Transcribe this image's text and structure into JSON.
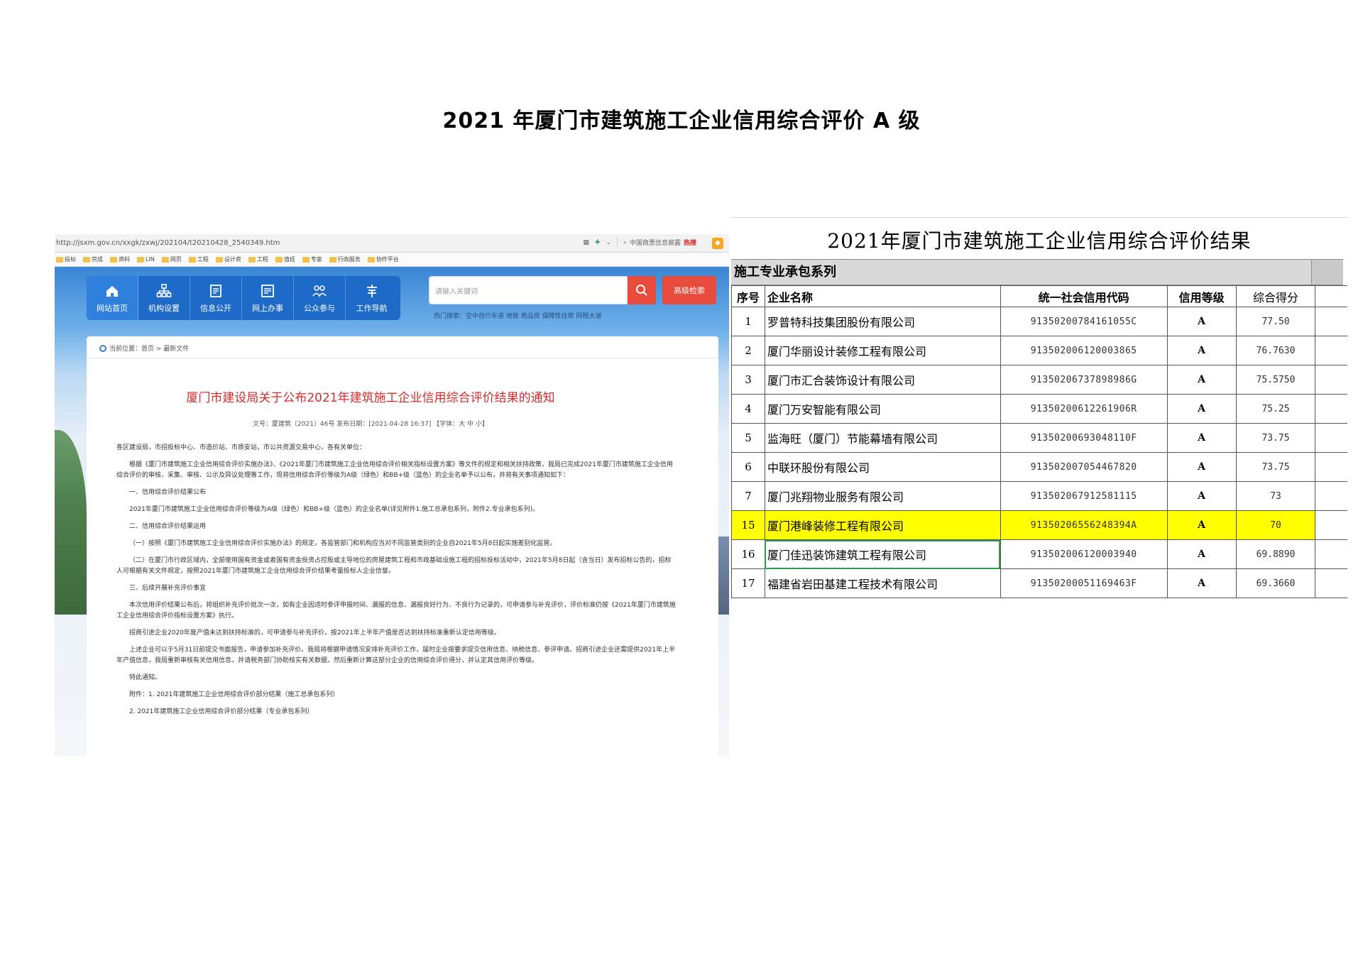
{
  "doc_title": "2021 年厦门市建筑施工企业信用综合评价 A 级",
  "browser": {
    "url": "http://jsxm.gov.cn/xxgk/zxwj/202104/t20210428_2540349.htm",
    "search_hint": "中国商票信息披露",
    "search_hot": "热搜",
    "bookmarks": [
      "投标",
      "完成",
      "资料",
      "LIN",
      "网页",
      "工程",
      "设计资",
      "工程",
      "值班",
      "专家",
      "行政服务",
      "协作平台"
    ],
    "nav": [
      {
        "label": "网站首页",
        "icon": "home-icon"
      },
      {
        "label": "机构设置",
        "icon": "org-chart-icon"
      },
      {
        "label": "信息公开",
        "icon": "document-icon"
      },
      {
        "label": "网上办事",
        "icon": "list-icon"
      },
      {
        "label": "公众参与",
        "icon": "people-icon"
      },
      {
        "label": "工作导航",
        "icon": "compass-icon"
      }
    ],
    "search_placeholder": "请输入关键词",
    "adv_search_label": "高级检索",
    "hot_search": "热门搜索：空中自行车道 地铁 商品房 保障性住房 同租大道",
    "breadcrumb": "当前位置：首页 > 最新文件",
    "notice_title": "厦门市建设局关于公布2021年建筑施工企业信用综合评价结果的通知",
    "notice_meta": "文号：厦建筑〔2021〕46号  发布日期：[2021-04-28 16:37] 【字体：大  中  小】",
    "notice_paragraphs": [
      "各区建设局，市招投标中心、市造价站、市质安站，市公共资源交易中心，各有关单位：",
      "根据《厦门市建筑施工企业信用综合评价实施办法》、《2021年厦门市建筑施工企业信用综合评价相关指标设置方案》等文件的规定和相关扶持政策，我局已完成2021年厦门市建筑施工企业信用综合评价的审核、采集、审核、公示及异议处理等工作，现将信用综合评价等级为A级（绿色）和BB+级（蓝色）的企业名单予以公布，并将有关事项通知如下：",
      "一、信用综合评价结果公布",
      "2021年厦门市建筑施工企业信用综合评价等级为A级（绿色）和BB+级（蓝色）的企业名单(详见附件1.施工总承包系列，附件2.专业承包系列)。",
      "二、信用综合评价结果运用",
      "（一）按照《厦门市建筑施工企业信用综合评价实施办法》的规定，各监管部门和机构应当对不同监管类别的企业自2021年5月8日起实施差别化监管。",
      "（二）在厦门市行政区域内，全部使用国有资金或者国有资金投资占控股或主导地位的房屋建筑工程和市政基础设施工程的招标投标活动中，2021年5月8日起（含当日）发布招标公告的，招标人可根据有关文件规定，按照2021年厦门市建筑施工企业信用综合评价结果考量投标人企业信誉。",
      "三、后续开展补充评价事宜",
      "本次信用评价结果公布后，将组织补充评价批次一次，如有企业因适时参评申报时间、漏报的信息、漏报良好行为、不良行为记录的，可申请参与补充评价，评价标准仍按《2021年厦门市建筑施工企业信用综合评价指标设置方案》执行。",
      "招商引进企业2020年度产值未达到扶持标准的，可申请参与补充评价，按2021年上半年产值是否达到扶持标准重新认定信用等级。",
      "上述企业可以于5月31日前提交书面报告，申请参加补充评价。我局将根据申请情况安排补充评价工作，届时企业按要求提交信用信息、纳税信息、参评申请。招商引进企业还需提供2021年上半年产值信息，我局重新审核有关信用信息，并请税务部门协助核实有关数据，然后重新计算这部分企业的信用综合评价得分，并认定其信用评价等级。",
      "特此通知。",
      "附件：1. 2021年建筑施工企业信用综合评价部分结果（施工总承包系列）",
      "2. 2021年建筑施工企业信用综合评价部分结果（专业承包系列）"
    ]
  },
  "sheet": {
    "title": "2021年厦门市建筑施工企业信用综合评价结果",
    "section": "施工专业承包系列",
    "headers": [
      "序号",
      "企业名称",
      "统一社会信用代码",
      "信用等级",
      "综合得分"
    ],
    "rows": [
      {
        "seq": "1",
        "name": "罗普特科技集团股份有限公司",
        "code": "91350200784161055C",
        "grade": "A",
        "score": "77.50",
        "highlight": false
      },
      {
        "seq": "2",
        "name": "厦门华丽设计装修工程有限公司",
        "code": "913502006120003865",
        "grade": "A",
        "score": "76.7630",
        "highlight": false
      },
      {
        "seq": "3",
        "name": "厦门市汇合装饰设计有限公司",
        "code": "91350206737898986G",
        "grade": "A",
        "score": "75.5750",
        "highlight": false
      },
      {
        "seq": "4",
        "name": "厦门万安智能有限公司",
        "code": "91350200612261906R",
        "grade": "A",
        "score": "75.25",
        "highlight": false
      },
      {
        "seq": "5",
        "name": "监海旺（厦门）节能幕墙有限公司",
        "code": "91350200693048110F",
        "grade": "A",
        "score": "73.75",
        "highlight": false
      },
      {
        "seq": "6",
        "name": "中联环股份有限公司",
        "code": "913502007054467820",
        "grade": "A",
        "score": "73.75",
        "highlight": false
      },
      {
        "seq": "7",
        "name": "厦门兆翔物业服务有限公司",
        "code": "913502067912581115",
        "grade": "A",
        "score": "73",
        "highlight": false
      },
      {
        "seq": "15",
        "name": "厦门港峰装修工程有限公司",
        "code": "91350206556248394A",
        "grade": "A",
        "score": "70",
        "highlight": true
      },
      {
        "seq": "16",
        "name": "厦门佳迅装饰建筑工程有限公司",
        "code": "913502006120003940",
        "grade": "A",
        "score": "69.8890",
        "highlight": false
      },
      {
        "seq": "17",
        "name": "福建省岩田基建工程技术有限公司",
        "code": "91350200051169463F",
        "grade": "A",
        "score": "69.3660",
        "highlight": false
      }
    ],
    "highlight_color": "#ffff00"
  }
}
